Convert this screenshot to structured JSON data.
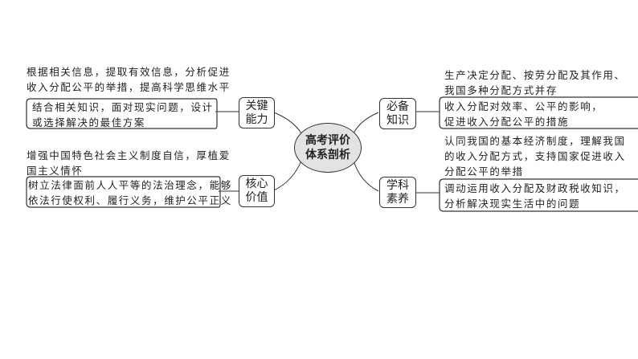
{
  "center": {
    "line1": "高考评价",
    "line2": "体系剖析"
  },
  "branches": {
    "key_ability": {
      "label1": "关键",
      "label2": "能力",
      "top_text": [
        "根据相关信息，提取有效信息，分析促进",
        "收入分配公平的举措，提高科学思维水平"
      ],
      "box_text": [
        "结合相关知识，面对现实问题，设计",
        "或选择解决的最佳方案"
      ]
    },
    "core_value": {
      "label1": "核心",
      "label2": "价值",
      "top_text": [
        "增强中国特色社会主义制度自信，厚植爱",
        "国主义情怀"
      ],
      "box_text": [
        "树立法律面前人人平等的法治理念，能够",
        "依法行使权利、履行义务，维护公平正义"
      ]
    },
    "essential_knowledge": {
      "label1": "必备",
      "label2": "知识",
      "top_text": [
        "生产决定分配、按劳分配及其作用、",
        "我国多种分配方式并存"
      ],
      "box_text": [
        "收入分配对效率、公平的影响，",
        "促进收入分配公平的措施"
      ]
    },
    "subject_literacy": {
      "label1": "学科",
      "label2": "素养",
      "top_text": [
        "认同我国的基本经济制度，理解我国",
        "的收入分配方式，支持国家促进收入",
        "分配公平的举措"
      ],
      "box_text": [
        "调动运用收入分配及财政税收知识，",
        "分析解决现实生活中的问题"
      ]
    }
  }
}
